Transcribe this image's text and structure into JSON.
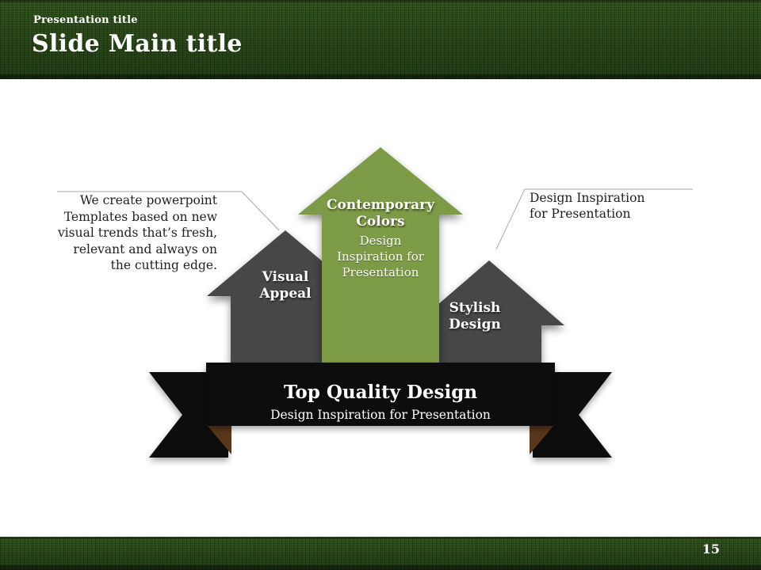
{
  "header": {
    "eyebrow": "Presentation title",
    "title": "Slide Main title"
  },
  "footer": {
    "page_number": "15"
  },
  "diagram": {
    "center_arrow": {
      "title": "Contemporary Colors",
      "subtitle": "Design Inspiration for Presentation"
    },
    "left_arrow": {
      "title": "Visual Appeal"
    },
    "right_arrow": {
      "title": "Stylish Design"
    },
    "ribbon": {
      "title": "Top Quality Design",
      "subtitle": "Design Inspiration for Presentation"
    },
    "left_callout": "We create powerpoint Templates based on new visual trends that’s fresh, relevant and always on the cutting edge.",
    "right_callout": "Design Inspiration for Presentation"
  },
  "colors": {
    "arrow_green": "#7d9b46",
    "arrow_gray": "#474747",
    "ribbon_black": "#0d0d0d",
    "fold_brown": "#59371b",
    "callout_line": "#a8a8a8"
  }
}
